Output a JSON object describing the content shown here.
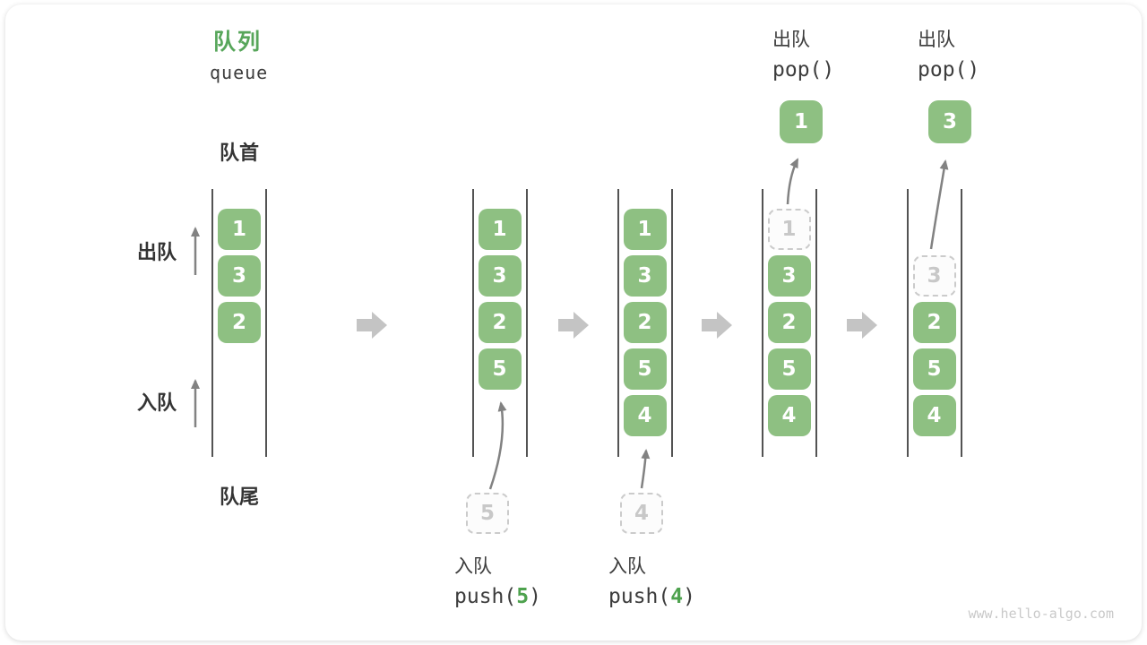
{
  "title": {
    "zh": "队列",
    "en": "queue"
  },
  "side_labels": {
    "front": "队首",
    "rear": "队尾",
    "dequeue": "出队",
    "enqueue": "入队"
  },
  "operations": {
    "push5": {
      "label": "入队",
      "fn": "push(",
      "arg": "5",
      "close": ")"
    },
    "push4": {
      "label": "入队",
      "fn": "push(",
      "arg": "4",
      "close": ")"
    },
    "pop1": {
      "label": "出队",
      "code": "pop()",
      "value": "1"
    },
    "pop2": {
      "label": "出队",
      "code": "pop()",
      "value": "3"
    }
  },
  "queue_states": [
    {
      "name": "initial",
      "cells": [
        {
          "slot": 1,
          "value": "1"
        },
        {
          "slot": 2,
          "value": "3"
        },
        {
          "slot": 3,
          "value": "2"
        }
      ]
    },
    {
      "name": "after-push-5",
      "cells": [
        {
          "slot": 1,
          "value": "1"
        },
        {
          "slot": 2,
          "value": "3"
        },
        {
          "slot": 3,
          "value": "2"
        },
        {
          "slot": 4,
          "value": "5"
        }
      ]
    },
    {
      "name": "after-push-4",
      "cells": [
        {
          "slot": 1,
          "value": "1"
        },
        {
          "slot": 2,
          "value": "3"
        },
        {
          "slot": 3,
          "value": "2"
        },
        {
          "slot": 4,
          "value": "5"
        },
        {
          "slot": 5,
          "value": "4"
        }
      ]
    },
    {
      "name": "pop-1",
      "cells": [
        {
          "slot": 1,
          "value": "1",
          "dashed": true
        },
        {
          "slot": 2,
          "value": "3"
        },
        {
          "slot": 3,
          "value": "2"
        },
        {
          "slot": 4,
          "value": "5"
        },
        {
          "slot": 5,
          "value": "4"
        }
      ]
    },
    {
      "name": "pop-3",
      "cells": [
        {
          "slot": 2,
          "value": "3",
          "dashed": true
        },
        {
          "slot": 3,
          "value": "2"
        },
        {
          "slot": 4,
          "value": "5"
        },
        {
          "slot": 5,
          "value": "4"
        }
      ]
    }
  ],
  "watermark": "www.hello-algo.com",
  "colors": {
    "box_green": "#8ec082",
    "title_green": "#57a65a",
    "code_arg_green": "#4ea24e",
    "text_dark": "#3c3c3c",
    "rail_gray": "#535353",
    "arrow_gray": "#828282",
    "flow_arrow_gray": "#c4c4c4",
    "dashed_gray": "#cbcbcb",
    "dashed_text_gray": "#c8c8c8",
    "watermark_gray": "#c9c9c9"
  }
}
